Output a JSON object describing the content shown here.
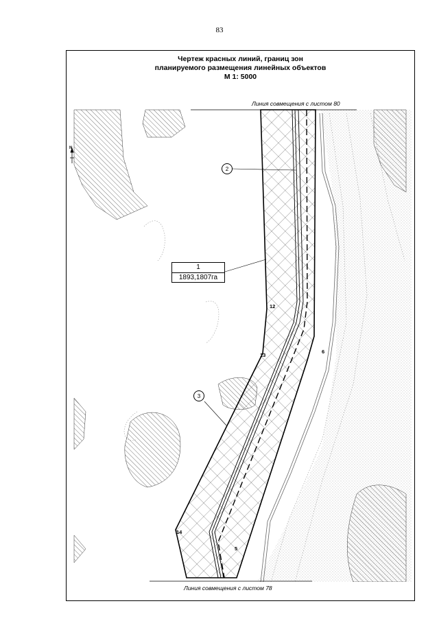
{
  "page_number": "83",
  "title": {
    "line1": "Чертеж красных линий, границ зон",
    "line2": "планируемого размещения линейных объектов",
    "line3": "М 1: 5000"
  },
  "match_line_top": "Линия совмещения с листом 80",
  "match_line_bottom": "Линия совмещения с листом 78",
  "area_label": {
    "number": "1",
    "value": "1893,1807га"
  },
  "callouts": [
    "2",
    "3"
  ],
  "points": [
    "12",
    "13",
    "6",
    "14",
    "5"
  ],
  "north_label": "N",
  "colors": {
    "line": "#000000",
    "hatch": "#555555",
    "dots": "#9a9a9a"
  }
}
